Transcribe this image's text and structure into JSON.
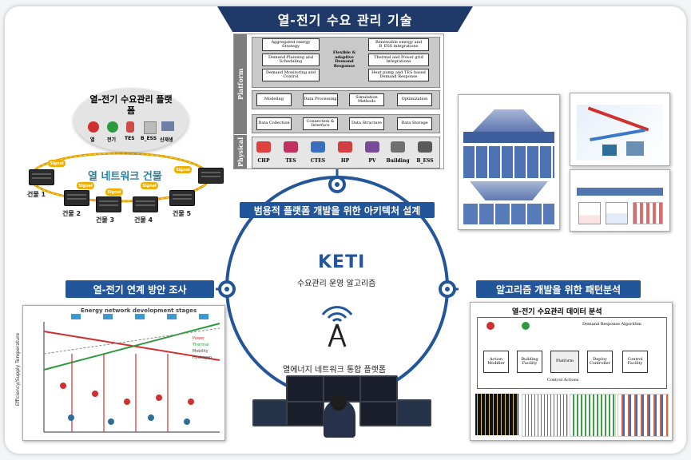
{
  "title": "열-전기 수요 관리 기술",
  "banners": {
    "architecture": "범용적 플랫폼 개발을 위한 아키텍처 설계",
    "survey": "열-전기 연계 방안 조사",
    "pattern": "알고리즘 개발을 위한 패턴분석"
  },
  "center": {
    "logo": "KETI",
    "subtitle": "수요관리 운영 알고리즘",
    "platform": "열에너지 네트워크 통합 플랫폼"
  },
  "network": {
    "platform_title": "열-전기 수요관리 플랫폼",
    "icons": [
      "열",
      "전기",
      "TES",
      "B_ESS",
      "신재생"
    ],
    "ring_label": "열 네트워크 건물",
    "signal": "Signal",
    "buildings": [
      "건물 1",
      "건물 2",
      "건물 3",
      "건물 4",
      "건물 5"
    ]
  },
  "architecture": {
    "platform_label": "Platform",
    "physical_label": "Physical",
    "top_left": [
      "Aggregated energy Strategy",
      "Demand Planning and Scheduling",
      "Demand Monitoring and Control"
    ],
    "top_right": [
      "Renewable energy and B_ESS integrations",
      "Thermal and Power grid Integrations",
      "Heat pump and TES based Demand Response"
    ],
    "center_note": "Flexible & adaptive Demand Response",
    "mid_row": [
      "Modeling",
      "Data Processing",
      "Simulation Methods",
      "Optimization"
    ],
    "data_row": [
      "Data Collection",
      "Connection & Interface",
      "Data Structure",
      "Data Storage"
    ],
    "physical_items": [
      "CHP",
      "TES",
      "CTES",
      "HP",
      "PV",
      "Building",
      "B_ESS"
    ]
  },
  "analysis": {
    "title": "열-전기 수요관리 데이터 분석",
    "algo_label": "Demand Response Algorithm",
    "boxes": [
      "Action Modifier",
      "Building Facility",
      "Platform",
      "Deploy Controller",
      "Control Facility"
    ],
    "control_actions": "Control Actions"
  },
  "survey_chart": {
    "title": "Energy network development stages",
    "ylabel": "Efficiency/Supply Temperature",
    "legend": [
      "Power",
      "Thermal",
      "Mobility",
      "Hydrogen"
    ]
  },
  "colors": {
    "navy": "#1f3a68",
    "blue": "#23559a",
    "signal": "#f0b000",
    "red": "#d03030",
    "green": "#2e9a3e"
  }
}
